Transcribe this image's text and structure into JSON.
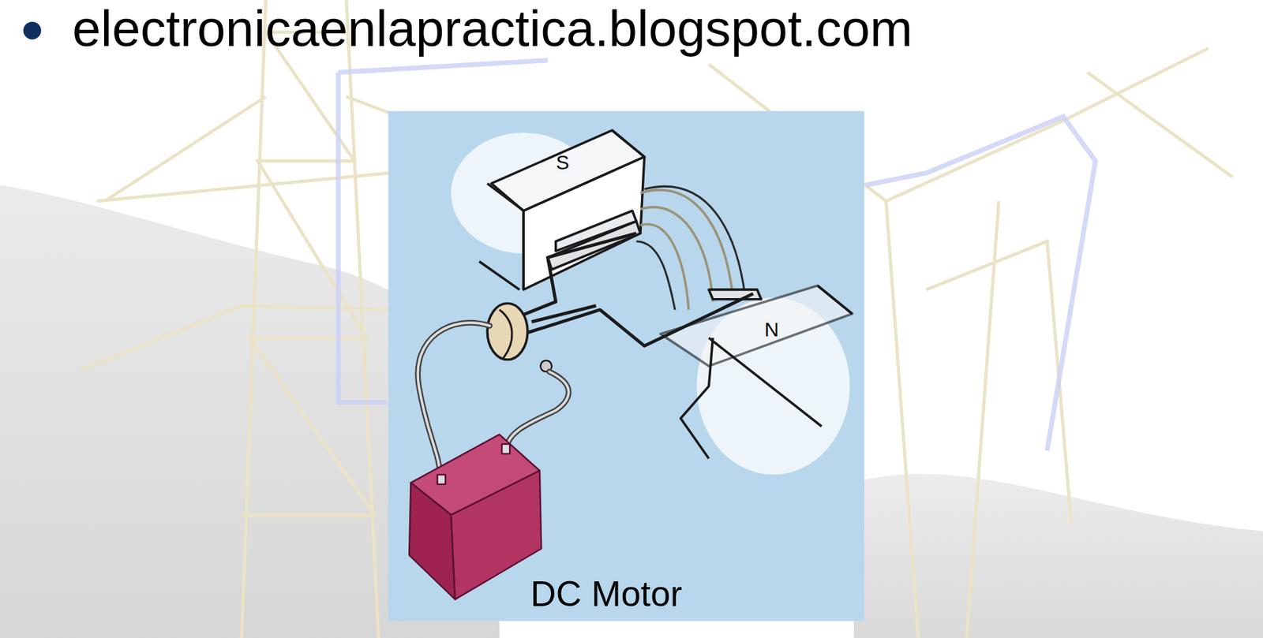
{
  "diagram": {
    "labels": [
      "electronicaenlapractica.blogspot.com",
      "S",
      "N",
      "DC Motor"
    ]
  }
}
